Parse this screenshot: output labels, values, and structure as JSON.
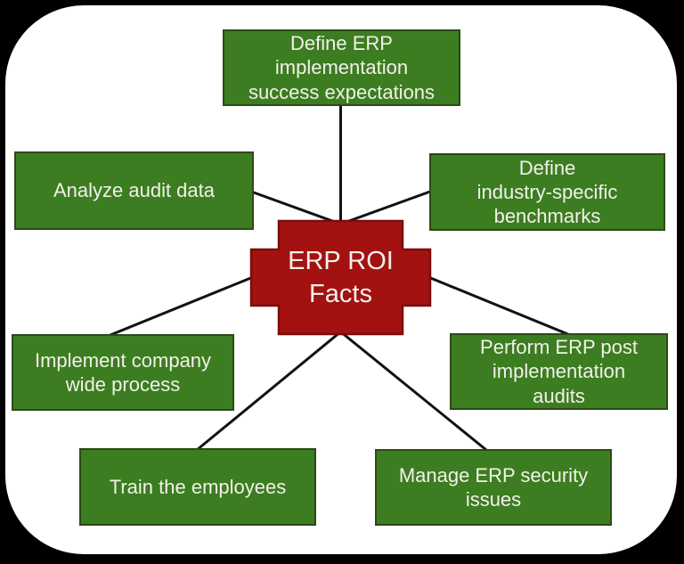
{
  "hub": {
    "label": "ERP ROI\nFacts"
  },
  "nodes": [
    {
      "id": "define-success",
      "label": "Define ERP\nimplementation\nsuccess expectations"
    },
    {
      "id": "analyze-audit",
      "label": "Analyze audit data"
    },
    {
      "id": "industry-benchmarks",
      "label": "Define\nindustry-specific\nbenchmarks"
    },
    {
      "id": "company-wide",
      "label": "Implement company\nwide process"
    },
    {
      "id": "post-audits",
      "label": "Perform ERP post\nimplementation\naudits"
    },
    {
      "id": "train-employees",
      "label": "Train the employees"
    },
    {
      "id": "security-issues",
      "label": "Manage ERP security\nissues"
    }
  ],
  "colors": {
    "background": "#000000",
    "canvas": "#ffffff",
    "green": "#3c7d21",
    "green_border": "#2c4a15",
    "red": "#a31111",
    "red_border": "#7a0c0c",
    "line": "#111111",
    "text": "#f2f1e9"
  }
}
